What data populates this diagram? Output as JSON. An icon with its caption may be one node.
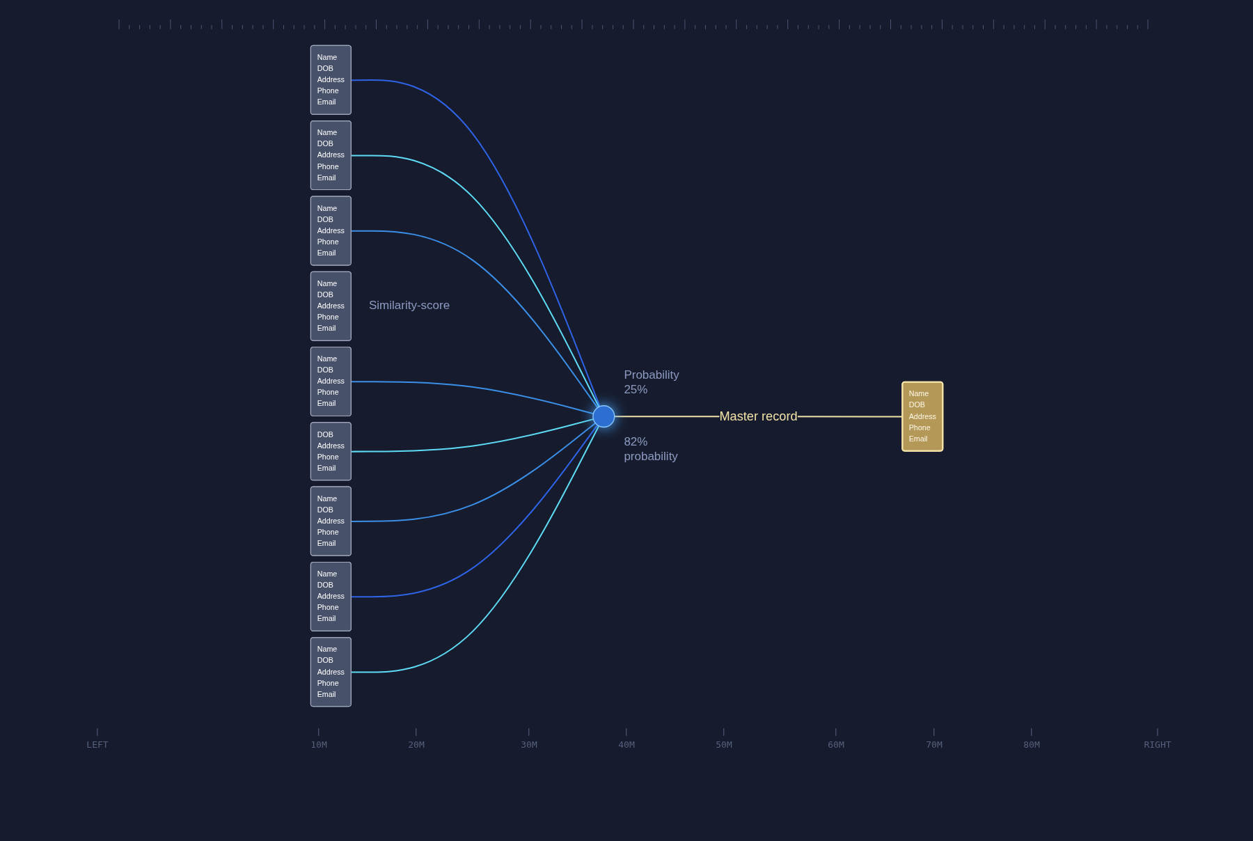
{
  "diagram": {
    "nodes": [
      {
        "text": [
          "Name",
          "DOB",
          "Address",
          "Phone",
          "Email"
        ]
      },
      {
        "text": [
          "Name",
          "DOB",
          "Address",
          "Phone",
          "Email"
        ]
      },
      {
        "text": [
          "Name",
          "DOB",
          "Address",
          "Phone",
          "Email"
        ]
      },
      {
        "text": [
          "Name",
          "DOB",
          "Address",
          "Phone",
          "Email"
        ]
      },
      {
        "text": [
          "Name",
          "DOB",
          "Address",
          "Phone",
          "Email"
        ]
      },
      {
        "text": [
          "DOB",
          "Address",
          "Phone",
          "Email"
        ]
      },
      {
        "text": [
          "Name",
          "DOB",
          "Address",
          "Phone",
          "Email"
        ]
      },
      {
        "text": [
          "Name",
          "DOB",
          "Address",
          "Phone",
          "Email"
        ]
      },
      {
        "text": [
          "Name",
          "DOB",
          "Address",
          "Phone",
          "Email"
        ]
      },
      {
        "text": [],
        "shape": "circle"
      },
      {
        "text": [
          "Name",
          "DOB",
          "Address",
          "Phone",
          "Email"
        ]
      }
    ],
    "edges": [
      {
        "from": 0,
        "to": 9,
        "arrow": "none",
        "color": "#2f63e6"
      },
      {
        "from": 1,
        "to": 9,
        "arrow": "none",
        "color": "#5fdcf5"
      },
      {
        "from": 2,
        "to": 9,
        "arrow": "none"
      },
      {
        "from": 4,
        "to": 9,
        "arrow": "none"
      },
      {
        "from": 5,
        "to": 9,
        "arrow": "none",
        "color": "#5fdcf5"
      },
      {
        "from": 6,
        "to": 9,
        "arrow": "none"
      },
      {
        "from": 7,
        "to": 9,
        "arrow": "none",
        "color": "#2f63e6"
      },
      {
        "from": 8,
        "to": 9,
        "arrow": "none",
        "color": "#5fdcf5"
      },
      {
        "from": 9,
        "to": 10,
        "label": "Master record",
        "arrow": "none",
        "color": "#f2e2a8"
      }
    ],
    "labels": [
      "Probability 25%",
      "Similarity-score",
      "82% probability",
      "LEFT",
      "10M",
      "20M",
      "30M",
      "40M",
      "50M",
      "60M",
      "70M",
      "80M",
      "RIGHT"
    ]
  }
}
